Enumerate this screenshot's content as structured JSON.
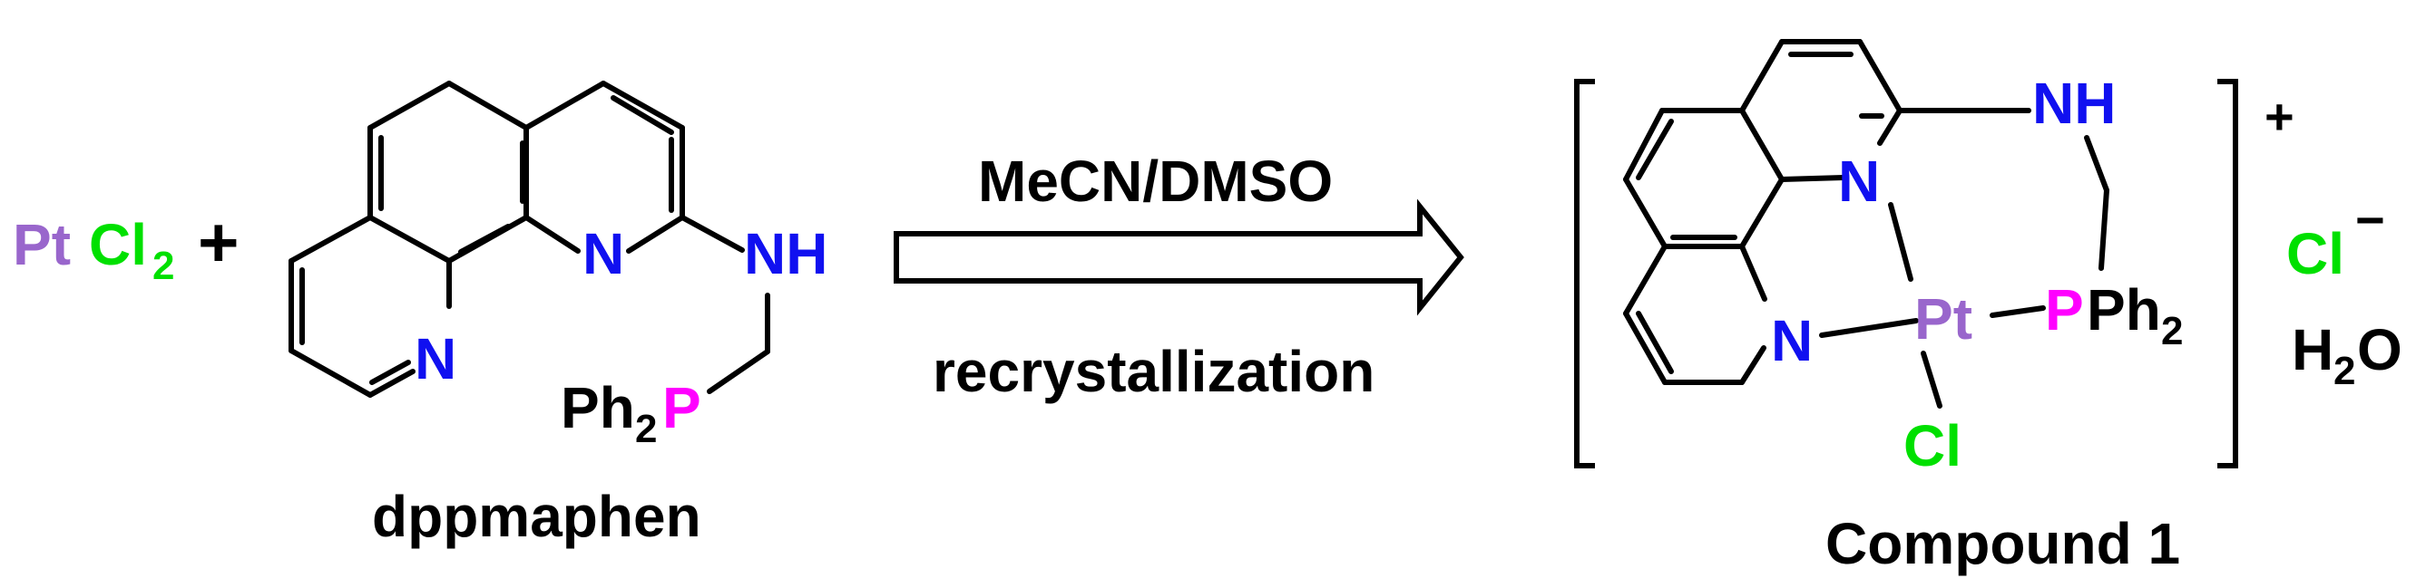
{
  "colors": {
    "platinum": "#9966CC",
    "chlorine": "#00E000",
    "nitrogen": "#1010F0",
    "phosphorus": "#FF00FF",
    "bond": "#000000"
  },
  "reactant1": {
    "element": "Pt",
    "ligand": "Cl",
    "subscript": "2"
  },
  "plus_sign": "+",
  "ligand": {
    "name": "dppmaphen",
    "n1": "N",
    "n2": "N",
    "nh": "NH",
    "phenyl": "Ph",
    "phenyl_subscript": "2",
    "phosphorus": "P"
  },
  "arrow": {
    "conditions_top": "MeCN/DMSO",
    "conditions_bottom": "recrystallization"
  },
  "product": {
    "name": "Compound 1",
    "n1": "N",
    "n2": "N",
    "nh": "NH",
    "metal": "Pt",
    "phosphorus": "P",
    "phenyl": "Ph",
    "phenyl_subscript": "2",
    "chloride_ligand": "Cl",
    "charge": "+",
    "counterion": "Cl",
    "counterion_charge": "−",
    "water_h": "H",
    "water_subscript": "2",
    "water_o": "O"
  }
}
